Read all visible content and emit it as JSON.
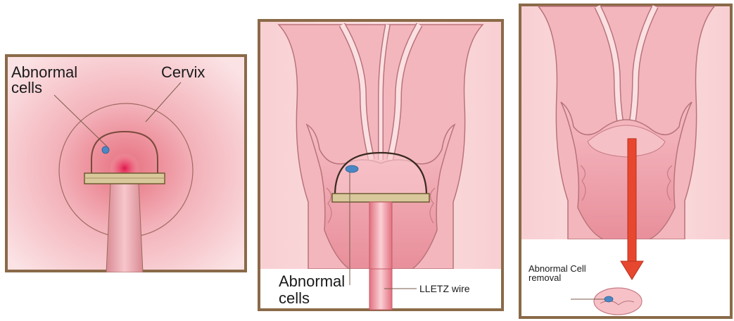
{
  "panels": [
    {
      "id": "cervix-view",
      "labels": {
        "abnormal_cells": [
          "Abnormal",
          "cells"
        ],
        "cervix": "Cervix"
      }
    },
    {
      "id": "lletz-procedure",
      "labels": {
        "abnormal_cells": [
          "Abnormal",
          "cells"
        ],
        "wire": "LLETZ wire"
      }
    },
    {
      "id": "cell-removal",
      "labels": {
        "removal": [
          "Abnormal Cell",
          "removal"
        ]
      }
    }
  ],
  "colors": {
    "frame": "#8a6a48",
    "tissue": "#f2aeb5",
    "tissue_light": "#fbd3d6",
    "tissue_dark": "#e48793",
    "outline": "#9b6a5a",
    "abnormal_cell": "#4a87c4",
    "arrow": "#e8472f",
    "loop_handle": "#cbb986"
  }
}
